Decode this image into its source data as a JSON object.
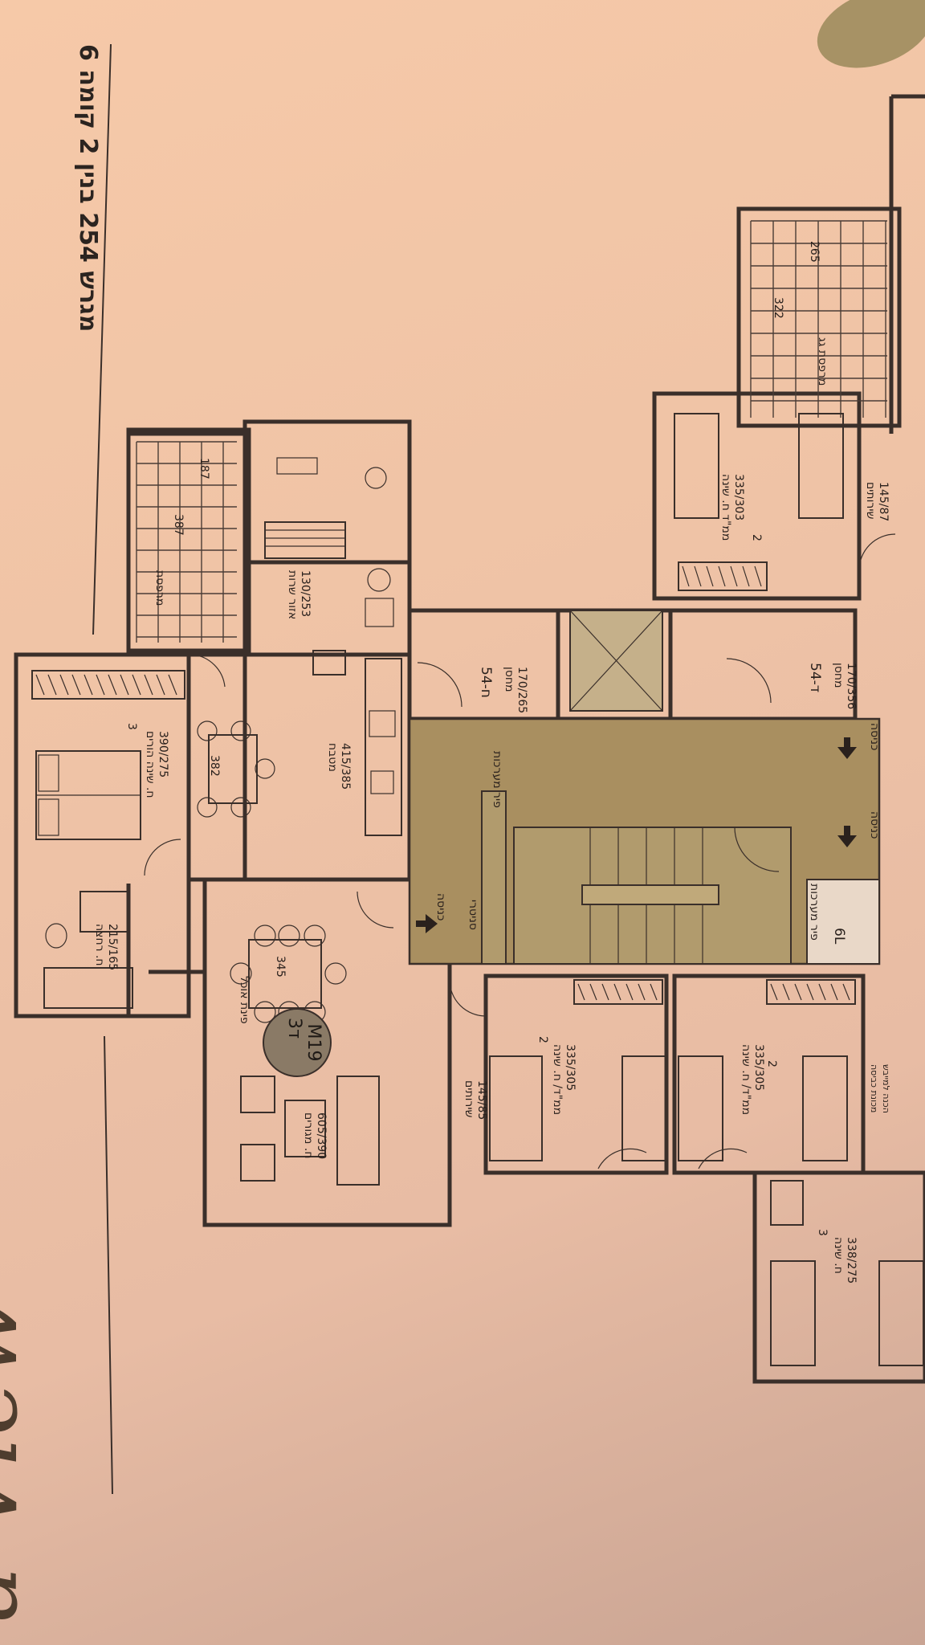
{
  "sheet": {
    "title": "מגרש 254 בנין 2 קומה 6",
    "brand": "a View",
    "apartment_badge": {
      "top": "3ד",
      "bottom": "M19"
    },
    "colors": {
      "paper": "#efc3a6",
      "ink": "#3a2f2a",
      "core": "#a98f60",
      "leaf": "#a79265"
    }
  },
  "rooms": {
    "balcony_top": {
      "name": "מרפסת",
      "dim1": "387",
      "dim2": "187"
    },
    "service": {
      "name": "אזור שרות",
      "dim": "130/253"
    },
    "kitchen": {
      "name": "מטבח",
      "dim": "415/385"
    },
    "parents": {
      "name": "ח. שינה הורים",
      "dim": "390/275",
      "badge": "3"
    },
    "parents_bath": {
      "name": "ח. רחצה",
      "dim": "215/165"
    },
    "dining": {
      "dim": "382"
    },
    "dining2": {
      "dim": "345",
      "name": "פינת אוכל"
    },
    "living": {
      "name": "ח. מגורים",
      "dim": "605/390"
    },
    "toilet": {
      "name": "שירותים",
      "dim": "145/85"
    },
    "safe_left": {
      "name": "ממ\"ד/ ח. שינה",
      "dim": "335/305",
      "badge": "2"
    },
    "safe_right": {
      "name": "ממ\"ד/ ח. שינה",
      "dim": "335/305",
      "badge": "2"
    },
    "storage_a": {
      "name": "מחסן",
      "dim": "170/265",
      "tag": "54-ח"
    },
    "storage_b": {
      "name": "מחסן",
      "dim": "170/356",
      "tag": "54-ד"
    },
    "bed_far": {
      "name": "ח. שינה",
      "dim": "338/275",
      "badge": "3"
    },
    "neighbor_safe": {
      "name": "ממ\"ד ח. שינה",
      "dim": "335/303",
      "badge": "2"
    },
    "neighbor_wc": {
      "name": "שירותים",
      "dim": "145/87"
    },
    "roof_balcony": {
      "name": "מרפסת גג",
      "dim1": "322",
      "dim2": "265"
    }
  },
  "core_labels": {
    "entry1": "כניסה",
    "entry2": "כניסה",
    "entry3": "כניסה",
    "shaft1": "פיר מערכות",
    "shaft2": "פיר מערכות",
    "pipes": "סניטרי",
    "lift_no": "6L"
  },
  "misc": {
    "washer": "מכונת כביסה",
    "dryer": "הכנה למייבש"
  }
}
